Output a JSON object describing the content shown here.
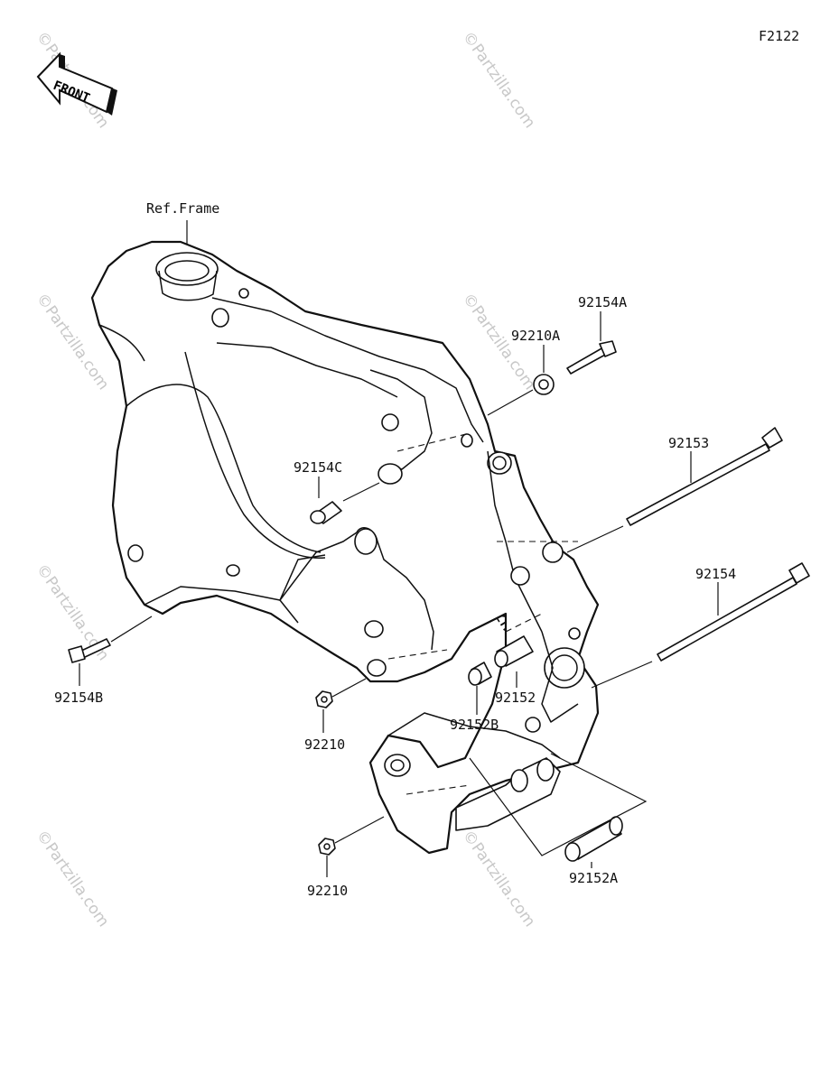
{
  "figure_code": "F2122",
  "front_badge": "FRONT",
  "ref_label": "Ref.Frame",
  "watermark": "©Partzilla.com",
  "parts": {
    "p92154A": "92154A",
    "p92210A": "92210A",
    "p92153": "92153",
    "p92154C": "92154C",
    "p92154": "92154",
    "p92152": "92152",
    "p92152B": "92152B",
    "p92154B": "92154B",
    "p92210_upper": "92210",
    "p92210_lower": "92210",
    "p92152A": "92152A"
  }
}
